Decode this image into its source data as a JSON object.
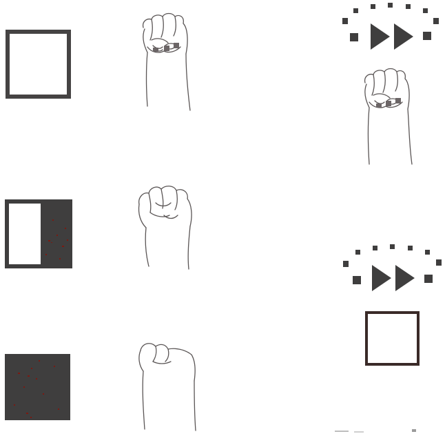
{
  "colors": {
    "dark_fill": "#3f3e3e",
    "frame_dark": "#454343",
    "frame_red": "#3a2a28",
    "hand_stroke": "#5a5555",
    "speckle": "#7a1a12",
    "background": "#ffffff"
  },
  "rows": [
    {
      "square_state": "empty",
      "hand_pose": "fist-knuckles-forward"
    },
    {
      "square_state": "half-filled",
      "hand_pose": "fist-closed"
    },
    {
      "square_state": "filled",
      "hand_pose": "fist-side"
    }
  ],
  "right_column": [
    {
      "icon": "fast-forward-icon",
      "target": "fist-knuckles-forward"
    },
    {
      "icon": "fast-forward-icon",
      "target": "empty-square"
    }
  ],
  "icons": {
    "fast_forward": "fast-forward-icon",
    "hand": "fist-icon",
    "square": "square-icon"
  }
}
